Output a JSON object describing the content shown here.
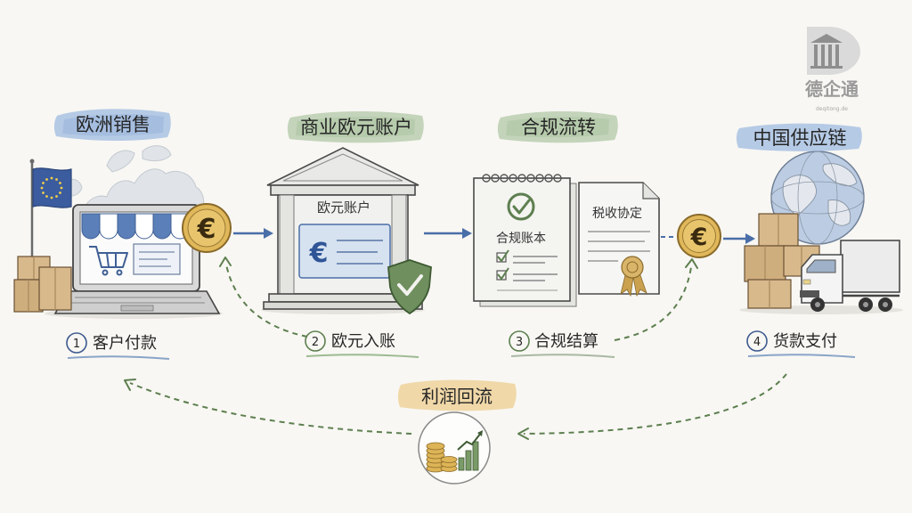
{
  "logo": {
    "name": "德企通",
    "domain": "deqitong.de"
  },
  "stages": {
    "europe_sales": "欧洲销售",
    "euro_account": "商业欧元账户",
    "compliance_flow": "合规流转",
    "china_supply_chain": "中国供应链"
  },
  "currency_symbol": "€",
  "bank": {
    "label": "欧元账户"
  },
  "ledger": {
    "label": "合规账本"
  },
  "treaty": {
    "label": "税收协定"
  },
  "steps": [
    {
      "number": "1",
      "label": "客户付款"
    },
    {
      "number": "2",
      "label": "欧元入账"
    },
    {
      "number": "3",
      "label": "合规结算"
    },
    {
      "number": "4",
      "label": "货款支付"
    }
  ],
  "profit": {
    "label": "利润回流"
  },
  "icons": [
    "eu-flag-icon",
    "laptop-storefront-icon",
    "shopping-cart-icon",
    "shipping-boxes-icon",
    "euro-coin-icon",
    "bank-building-icon",
    "shield-check-icon",
    "ledger-notebook-icon",
    "tax-treaty-document-icon",
    "globe-icon",
    "truck-icon",
    "coins-growth-icon"
  ],
  "colors": {
    "background": "#f8f7f3",
    "blue_accent": "#4a6ea8",
    "green_accent": "#5d7f4f",
    "gold": "#ddb456",
    "profit_banner": "#efd29a"
  }
}
